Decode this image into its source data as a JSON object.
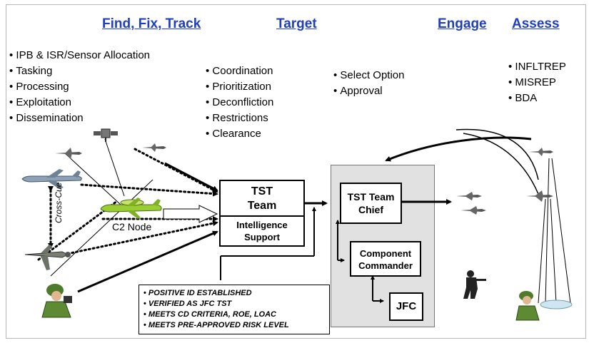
{
  "phases": {
    "find_fix_track": "Find, Fix, Track",
    "target": "Target",
    "engage": "Engage",
    "assess": "Assess"
  },
  "find_fix_track_items": [
    "IPB & ISR/Sensor Allocation",
    "Tasking",
    "Processing",
    "Exploitation",
    "Dissemination"
  ],
  "target_items": [
    "Coordination",
    "Prioritization",
    "Deconfliction",
    "Restrictions",
    "Clearance"
  ],
  "engage_items": [
    "Select Option",
    "Approval"
  ],
  "assess_items": [
    "INFLTREP",
    "MISREP",
    "BDA"
  ],
  "tst_team": {
    "title_line1": "TST",
    "title_line2": "Team",
    "support_line1": "Intelligence",
    "support_line2": "Support"
  },
  "tst_chief": {
    "line1": "TST Team",
    "line2": "Chief"
  },
  "component_commander": {
    "line1": "Component",
    "line2": "Commander"
  },
  "jfc": "JFC",
  "c2_node_label": "C2 Node",
  "cross_cue_label": "Cross-Cue",
  "criteria": [
    "POSITIVE ID ESTABLISHED",
    "VERIFIED AS JFC TST",
    "MEETS CD CRITERIA, ROE, LOAC",
    "MEETS PRE-APPROVED RISK LEVEL"
  ],
  "colors": {
    "phase_heading": "#1f3fbf",
    "shaded_area": "#e1e1e1",
    "awacs": "#9acd32",
    "soldier": "#4f7a2c"
  },
  "icons": {
    "satellite": "satellite-icon",
    "uav": "uav-icon",
    "tanker": "tanker-aircraft-icon",
    "awacs": "awacs-aircraft-icon",
    "ground_attack": "attack-aircraft-icon",
    "soldier": "soldier-icon",
    "fighters": "fighter-jets-icon",
    "infantry": "infantry-silhouette-icon"
  }
}
